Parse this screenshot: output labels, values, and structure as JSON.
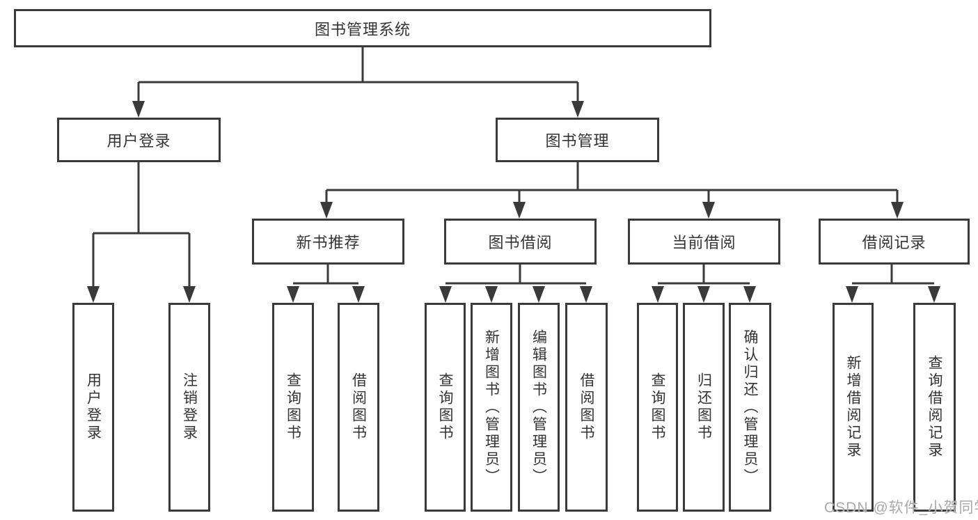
{
  "diagram": {
    "root": {
      "label": "图书管理系统"
    },
    "level1": [
      {
        "label": "用户登录"
      },
      {
        "label": "图书管理"
      }
    ],
    "level2": [
      {
        "label": "新书推荐",
        "parent": "图书管理"
      },
      {
        "label": "图书借阅",
        "parent": "图书管理"
      },
      {
        "label": "当前借阅",
        "parent": "图书管理"
      },
      {
        "label": "借阅记录",
        "parent": "图书管理"
      }
    ],
    "leaves": [
      {
        "label": "用户登录",
        "parent": "用户登录"
      },
      {
        "label": "注销登录",
        "parent": "用户登录"
      },
      {
        "label": "查询图书",
        "parent": "新书推荐"
      },
      {
        "label": "借阅图书",
        "parent": "新书推荐"
      },
      {
        "label": "查询图书",
        "parent": "图书借阅"
      },
      {
        "label": "新增图书（管理员）",
        "parent": "图书借阅"
      },
      {
        "label": "编辑图书（管理员）",
        "parent": "图书借阅"
      },
      {
        "label": "借阅图书",
        "parent": "图书借阅"
      },
      {
        "label": "查询图书",
        "parent": "当前借阅"
      },
      {
        "label": "归还图书",
        "parent": "当前借阅"
      },
      {
        "label": "确认归还（管理员）",
        "parent": "当前借阅"
      },
      {
        "label": "新增借阅记录",
        "parent": "借阅记录"
      },
      {
        "label": "查询借阅记录",
        "parent": "借阅记录"
      }
    ]
  },
  "watermark": {
    "text": "CSDN @软件_小贺同学"
  },
  "colors": {
    "line": "#3a3a3a",
    "box_border": "#3a3a3a",
    "box_fill": "#ffffff",
    "text": "#333333",
    "watermark": "#a9a9a9",
    "background": "#ffffff"
  }
}
